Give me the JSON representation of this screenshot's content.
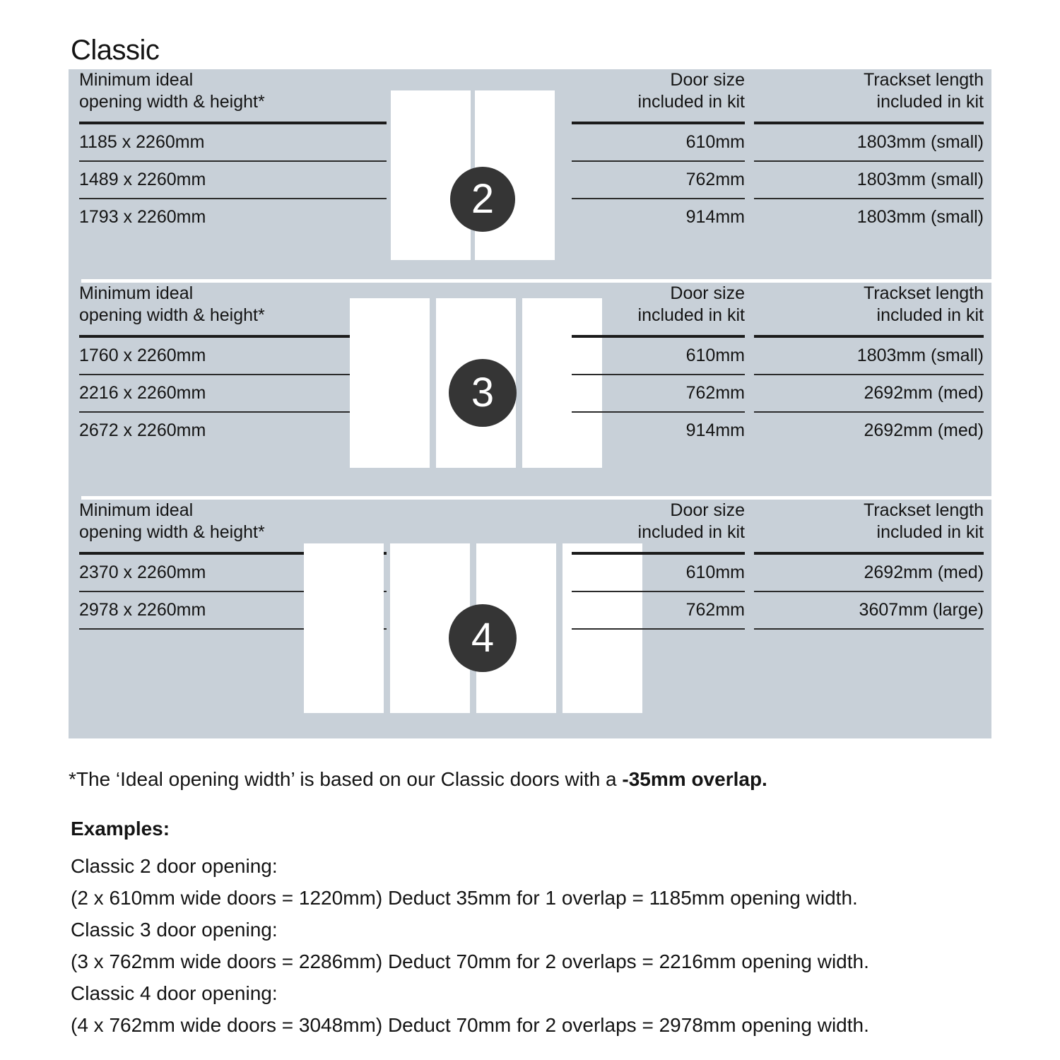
{
  "title": "Classic",
  "colors": {
    "panel_bg": "#c8d0d8",
    "badge_bg": "#353535",
    "door_fill": "#ffffff",
    "text": "#141414"
  },
  "column_headers": {
    "opening": "Minimum ideal\nopening width & height*",
    "door_size": "Door size\nincluded in kit",
    "trackset": "Trackset length\nincluded in kit"
  },
  "sections": [
    {
      "door_count": "2",
      "badge_label": "2",
      "panels": 2,
      "rows": [
        {
          "opening": "1185 x 2260mm",
          "door_size": "610mm",
          "trackset": "1803mm (small)"
        },
        {
          "opening": "1489 x 2260mm",
          "door_size": "762mm",
          "trackset": "1803mm (small)"
        },
        {
          "opening": "1793 x 2260mm",
          "door_size": "914mm",
          "trackset": "1803mm (small)"
        }
      ]
    },
    {
      "door_count": "3",
      "badge_label": "3",
      "panels": 3,
      "rows": [
        {
          "opening": "1760 x 2260mm",
          "door_size": "610mm",
          "trackset": "1803mm (small)"
        },
        {
          "opening": "2216 x 2260mm",
          "door_size": "762mm",
          "trackset": "2692mm (med)"
        },
        {
          "opening": "2672 x 2260mm",
          "door_size": "914mm",
          "trackset": "2692mm (med)"
        }
      ]
    },
    {
      "door_count": "4",
      "badge_label": "4",
      "panels": 4,
      "rows": [
        {
          "opening": "2370 x 2260mm",
          "door_size": "610mm",
          "trackset": "2692mm (med)"
        },
        {
          "opening": "2978 x 2260mm",
          "door_size": "762mm",
          "trackset": "3607mm (large)"
        }
      ]
    }
  ],
  "footnote": {
    "lead": "*The ‘Ideal opening width’ is based on our Classic doors with a ",
    "emphasis": "-35mm overlap."
  },
  "examples": {
    "heading": "Examples:",
    "lines": [
      "Classic 2 door opening:",
      "(2 x 610mm wide doors = 1220mm)  Deduct 35mm for 1 overlap = 1185mm opening width.",
      "Classic 3 door opening:",
      "(3 x 762mm wide doors = 2286mm)  Deduct 70mm for 2 overlaps = 2216mm opening width.",
      "Classic 4 door opening:",
      "(4 x 762mm wide doors = 3048mm)  Deduct 70mm for 2 overlaps = 2978mm opening width."
    ]
  }
}
